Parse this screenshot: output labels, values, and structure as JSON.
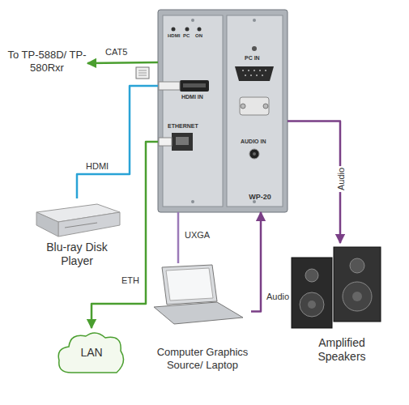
{
  "diagram": {
    "nodes": [
      {
        "text": [
          "WP-20"
        ]
      },
      {
        "text": [
          "To TP-588D/ TP-580Rxr"
        ]
      },
      {
        "text": [
          "Blu-ray Disk Player"
        ]
      },
      {
        "text": [
          "LAN"
        ]
      },
      {
        "text": [
          "Computer Graphics Source/ Laptop"
        ]
      },
      {
        "text": [
          "Amplified Speakers"
        ]
      }
    ],
    "edges": [
      {
        "from": 0,
        "to": 1,
        "arrow": "to",
        "label": "CAT5"
      },
      {
        "from": 2,
        "to": 0,
        "arrow": "none",
        "label": "HDMI"
      },
      {
        "from": 0,
        "to": 3,
        "arrow": "to",
        "label": "ETH"
      },
      {
        "from": 4,
        "to": 0,
        "arrow": "none",
        "label": "UXGA"
      },
      {
        "from": 4,
        "to": 0,
        "arrow": "to",
        "label": "Audio"
      },
      {
        "from": 0,
        "to": 5,
        "arrow": "to",
        "label": "Audio"
      }
    ],
    "labels": [
      "HDMI",
      "PC",
      "ON",
      "HDMI IN",
      "ETHERNET",
      "PC IN",
      "AUDIO IN"
    ]
  }
}
